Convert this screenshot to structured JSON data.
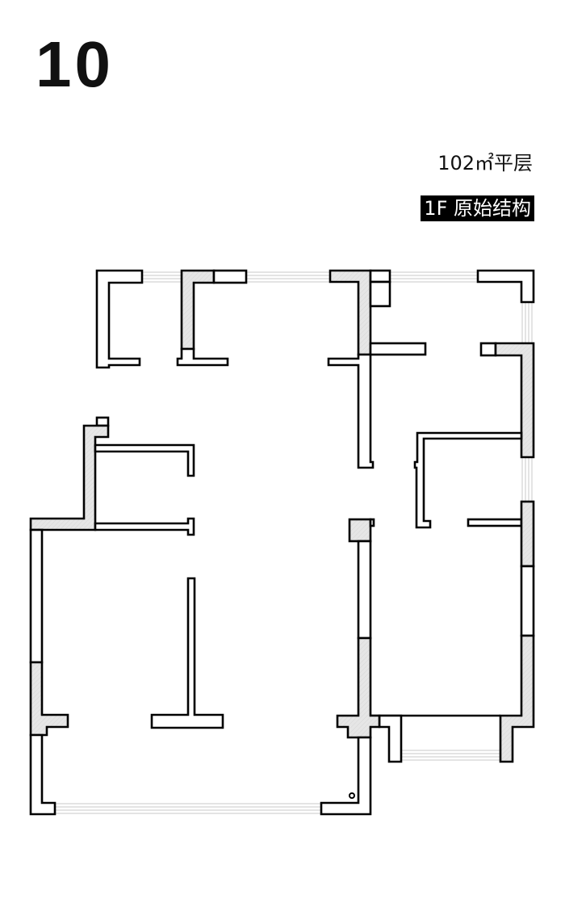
{
  "plan_number": "10",
  "area_label": "102㎡平层",
  "floor_label": "1F 原始结构",
  "colors": {
    "wall_outline": "#000000",
    "structural_fill": "#e6e6e6",
    "window": "#c8c8c8"
  }
}
